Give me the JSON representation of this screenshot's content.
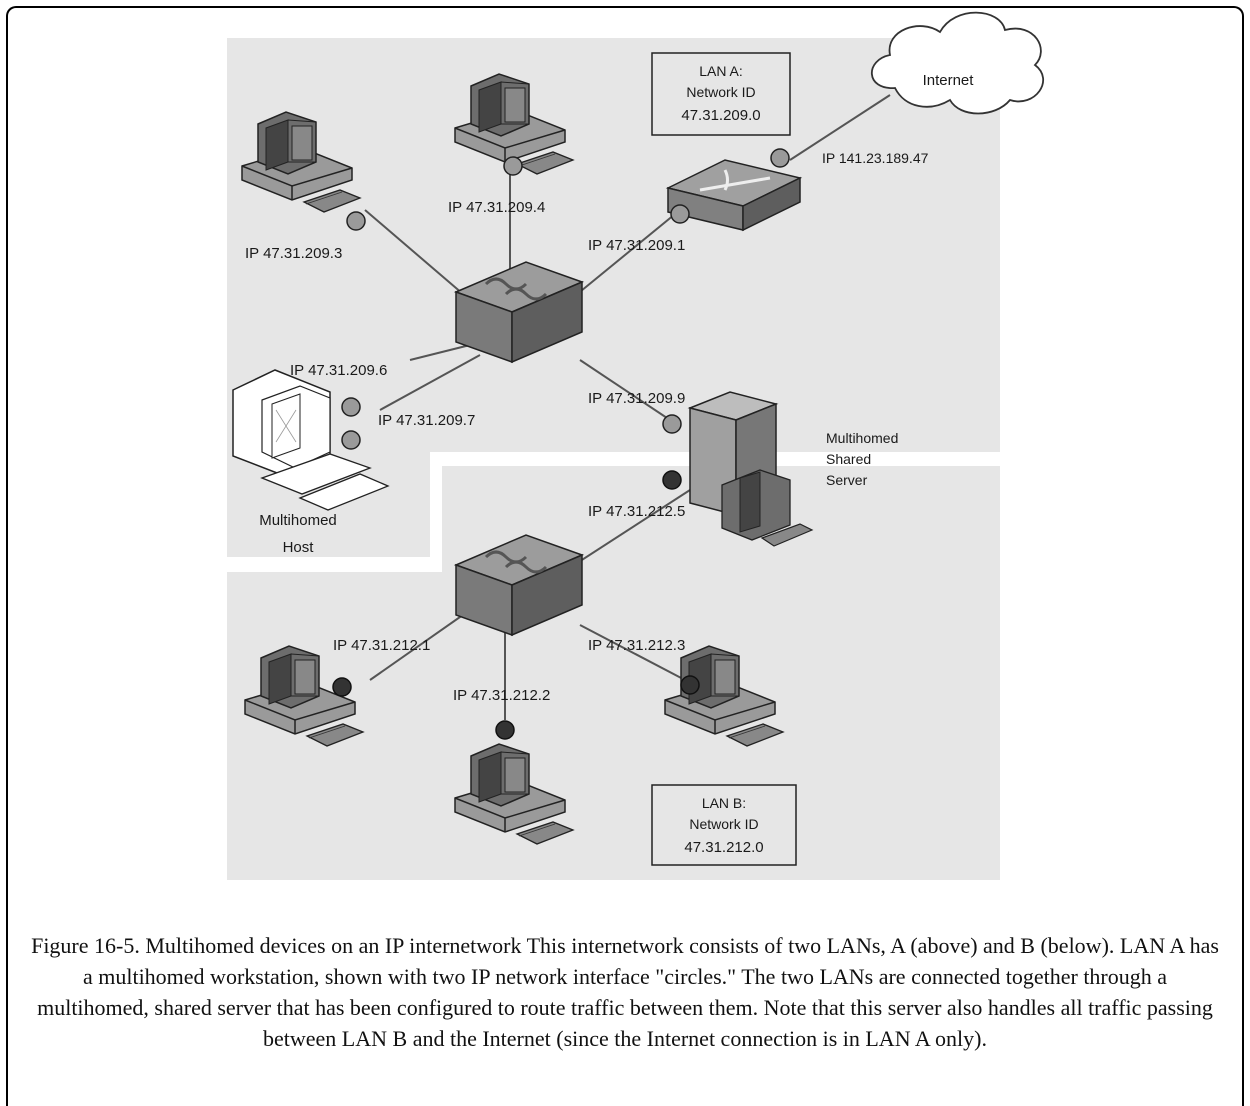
{
  "diagram": {
    "lan_a_box": [
      "LAN A:",
      "Network ID",
      "47.31.209.0"
    ],
    "lan_b_box": [
      "LAN B:",
      "Network ID",
      "47.31.212.0"
    ],
    "internet": "Internet",
    "router_external_ip": "IP 141.23.189.47",
    "router_internal_ip": "IP 47.31.209.1",
    "pc_top_ip": "IP 47.31.209.4",
    "pc_left_ip": "IP 47.31.209.3",
    "multihomed_host_ip1": "IP 47.31.209.6",
    "multihomed_host_ip2": "IP 47.31.209.7",
    "multihomed_host_label": [
      "Multihomed",
      "Host"
    ],
    "server_ip_a": "IP 47.31.209.9",
    "server_ip_b": "IP 47.31.212.5",
    "server_label": [
      "Multihomed",
      "Shared",
      "Server"
    ],
    "lan_b_pc1_ip": "IP 47.31.212.1",
    "lan_b_pc2_ip": "IP 47.31.212.2",
    "lan_b_pc3_ip": "IP 47.31.212.3"
  },
  "caption": "Figure 16-5. Multihomed devices on an IP internetwork This internetwork consists of two LANs, A (above) and B (below). LAN A has a multihomed workstation, shown with two IP network interface \"circles.\" The two LANs are connected together through a multihomed, shared server that has been configured to route traffic between them. Note that this server also handles all traffic passing between LAN B and the Internet (since the Internet connection is in LAN A only).",
  "colors": {
    "lan_background": "#e6e6e6",
    "lan_a_interface": "#9a9a9a",
    "lan_b_interface": "#333333"
  }
}
